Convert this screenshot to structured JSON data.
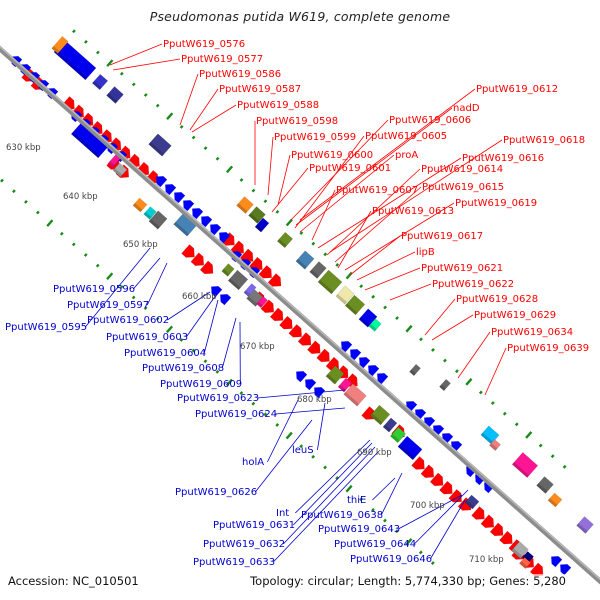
{
  "title": "Pseudomonas putida W619, complete genome",
  "footer": {
    "accession": "Accession: NC_010501",
    "summary": "Topology: circular; Length: 5,774,330 bp; Genes: 5,280"
  },
  "colors": {
    "backbone": "#8c8c8c",
    "forward_gene": "#ff0000",
    "reverse_gene": "#0000ff",
    "tick": "#1a8a1a",
    "label_forward": "#ff0000",
    "label_reverse": "#0000cc",
    "scale_label": "#444444"
  },
  "scale_labels": [
    "630 kbp",
    "640 kbp",
    "650 kbp",
    "660 kbp",
    "670 kbp",
    "680 kbp",
    "690 kbp",
    "700 kbp",
    "710 kbp"
  ],
  "labels_forward": [
    "PputW619_0576",
    "PputW619_0577",
    "PputW619_0586",
    "PputW619_0587",
    "PputW619_0588",
    "PputW619_0598",
    "PputW619_0599",
    "PputW619_0600",
    "PputW619_0601",
    "PputW619_0612",
    "nadD",
    "PputW619_0606",
    "PputW619_0605",
    "proA",
    "PputW619_0607",
    "PputW619_0618",
    "PputW619_0616",
    "PputW619_0614",
    "PputW619_0615",
    "PputW619_0613",
    "PputW619_0619",
    "PputW619_0617",
    "lipB",
    "PputW619_0621",
    "PputW619_0622",
    "PputW619_0628",
    "PputW619_0629",
    "PputW619_0634",
    "PputW619_0639"
  ],
  "labels_reverse": [
    "PputW619_0596",
    "PputW619_0597",
    "PputW619_0595",
    "PputW619_0602",
    "PputW619_0603",
    "PputW619_0604",
    "PputW619_0608",
    "PputW619_0609",
    "PputW619_0623",
    "PputW619_0624",
    "holA",
    "leuS",
    "PputW619_0626",
    "Int",
    "thiE",
    "PputW619_0638",
    "PputW619_0631",
    "PputW619_0643",
    "PputW619_0632",
    "PputW619_0644",
    "PputW619_0633",
    "PputW619_0646"
  ]
}
